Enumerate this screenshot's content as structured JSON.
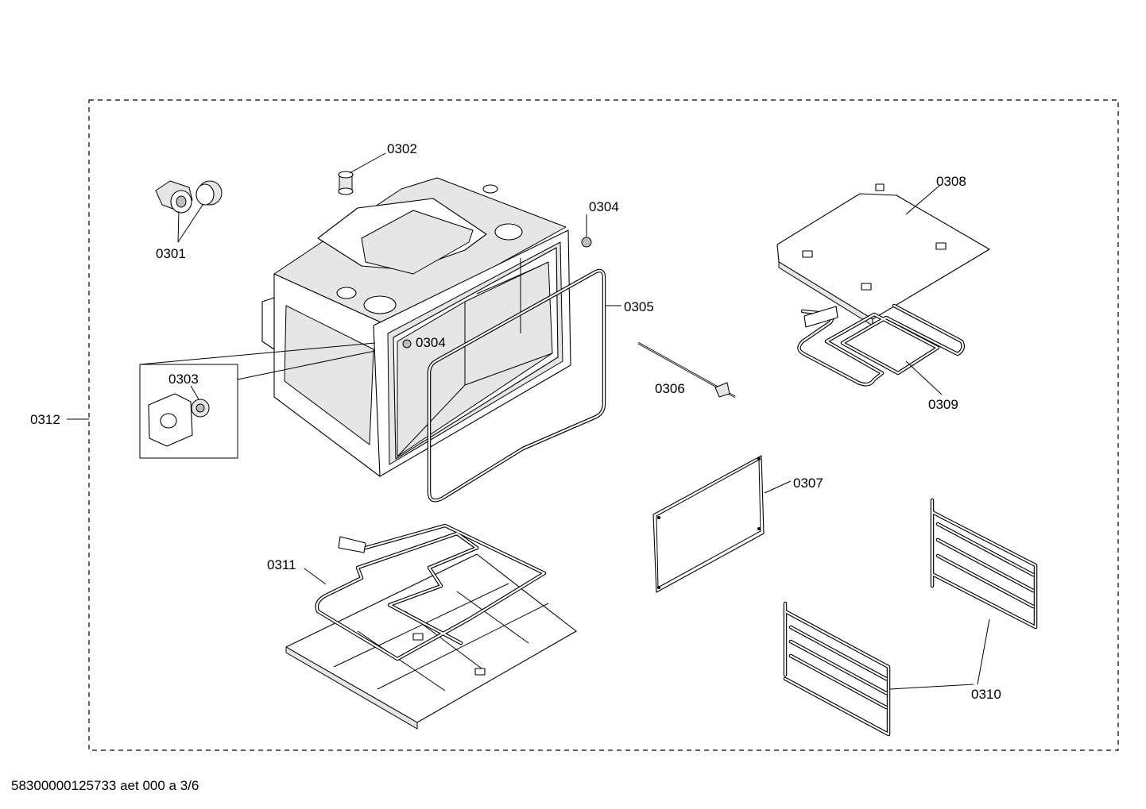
{
  "diagram": {
    "part_labels": {
      "p0301": "0301",
      "p0302": "0302",
      "p0303": "0303",
      "p0304a": "0304",
      "p0304b": "0304",
      "p0305": "0305",
      "p0306": "0306",
      "p0307": "0307",
      "p0308": "0308",
      "p0309": "0309",
      "p0310": "0310",
      "p0311": "0311",
      "p0312": "0312"
    },
    "footer": "58300000125733 aet 000 a 3/6"
  }
}
